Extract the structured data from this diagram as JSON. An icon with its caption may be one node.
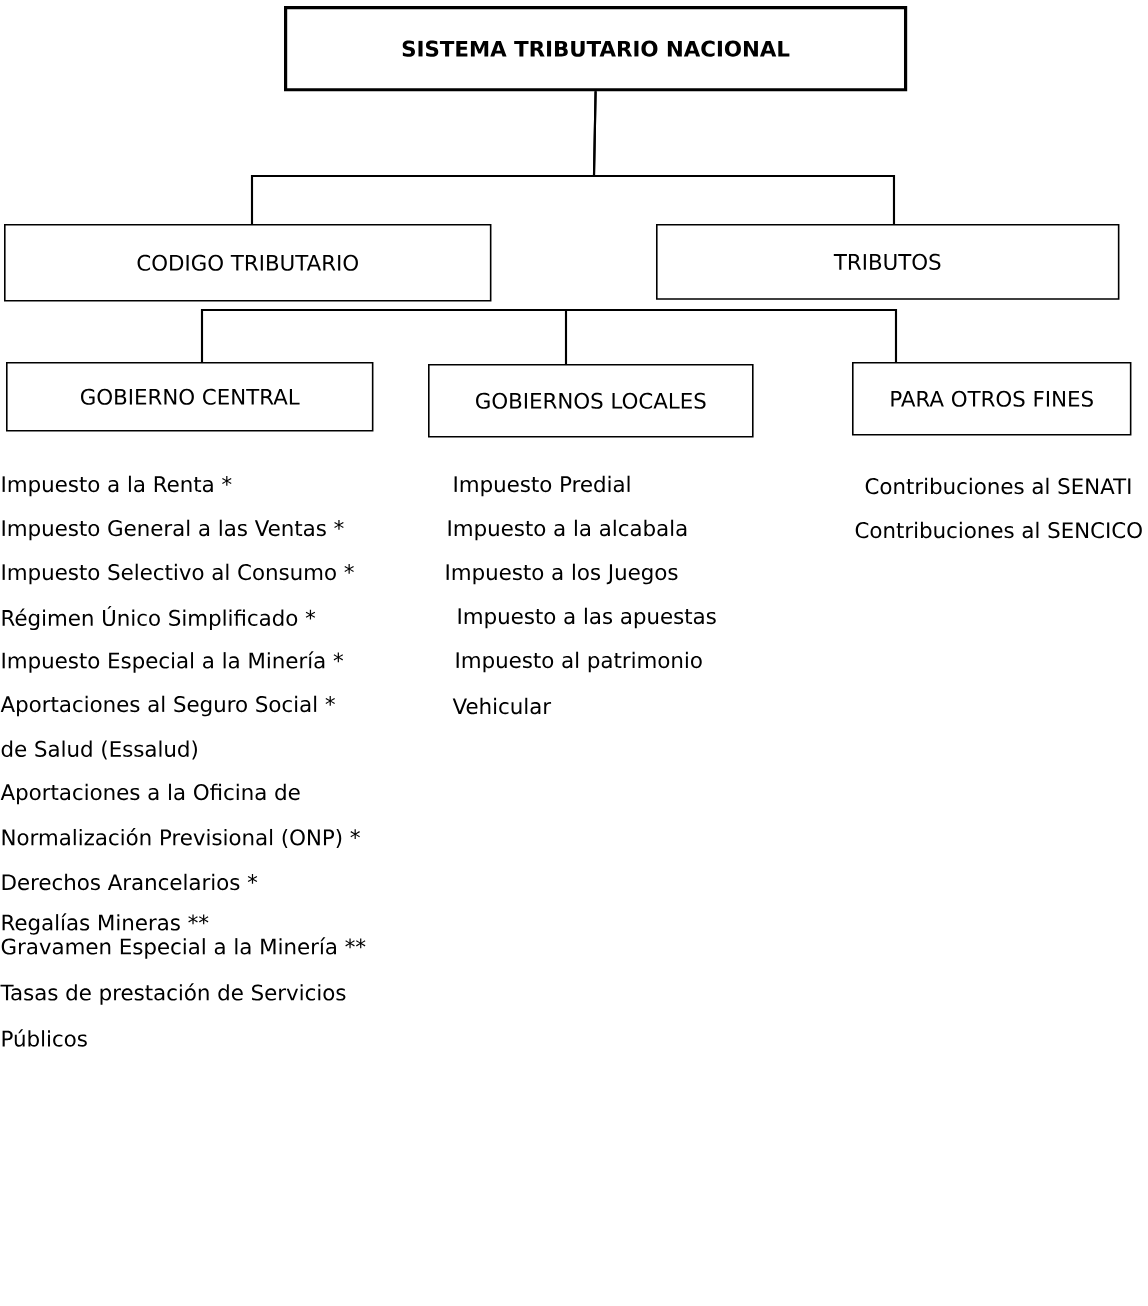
{
  "diagram": {
    "nodes": [
      {
        "text": [
          "SISTEMA TRIBUTARIO NACIONAL"
        ]
      },
      {
        "text": [
          "CODIGO TRIBUTARIO"
        ]
      },
      {
        "text": [
          "TRIBUTOS"
        ]
      },
      {
        "text": [
          "GOBIERNO CENTRAL"
        ],
        "beside": [
          "Impuesto a la Renta *",
          "Impuesto General a las Ventas *",
          "Impuesto Selectivo al Consumo *",
          "Régimen Único Simplificado *",
          "Impuesto Especial a la Minería *",
          "Aportaciones al Seguro Social *",
          "de Salud (Essalud)",
          "Aportaciones a la Oficina de",
          "Normalización Previsional (ONP) *",
          "Derechos Arancelarios *",
          "Regalías Mineras **",
          "Gravamen Especial a la Minería **",
          "Tasas de prestación de Servicios",
          "Públicos"
        ]
      },
      {
        "text": [
          "GOBIERNOS LOCALES"
        ],
        "beside": [
          "Impuesto Predial",
          "Impuesto a la alcabala",
          "Impuesto a los Juegos",
          "Impuesto a las apuestas",
          "Impuesto al patrimonio",
          "Vehicular"
        ]
      },
      {
        "text": [
          "PARA OTROS FINES"
        ],
        "beside": [
          "Contribuciones al SENATI",
          "Contribuciones al SENCICO"
        ]
      }
    ],
    "edges": [
      {
        "from": 0,
        "to": 1,
        "arrow": "none"
      },
      {
        "from": 0,
        "to": 2,
        "arrow": "none"
      },
      {
        "from": null,
        "to": 3,
        "arrow": "none"
      },
      {
        "from": null,
        "to": 4,
        "arrow": "none"
      },
      {
        "from": null,
        "to": 5,
        "arrow": "none"
      }
    ]
  }
}
